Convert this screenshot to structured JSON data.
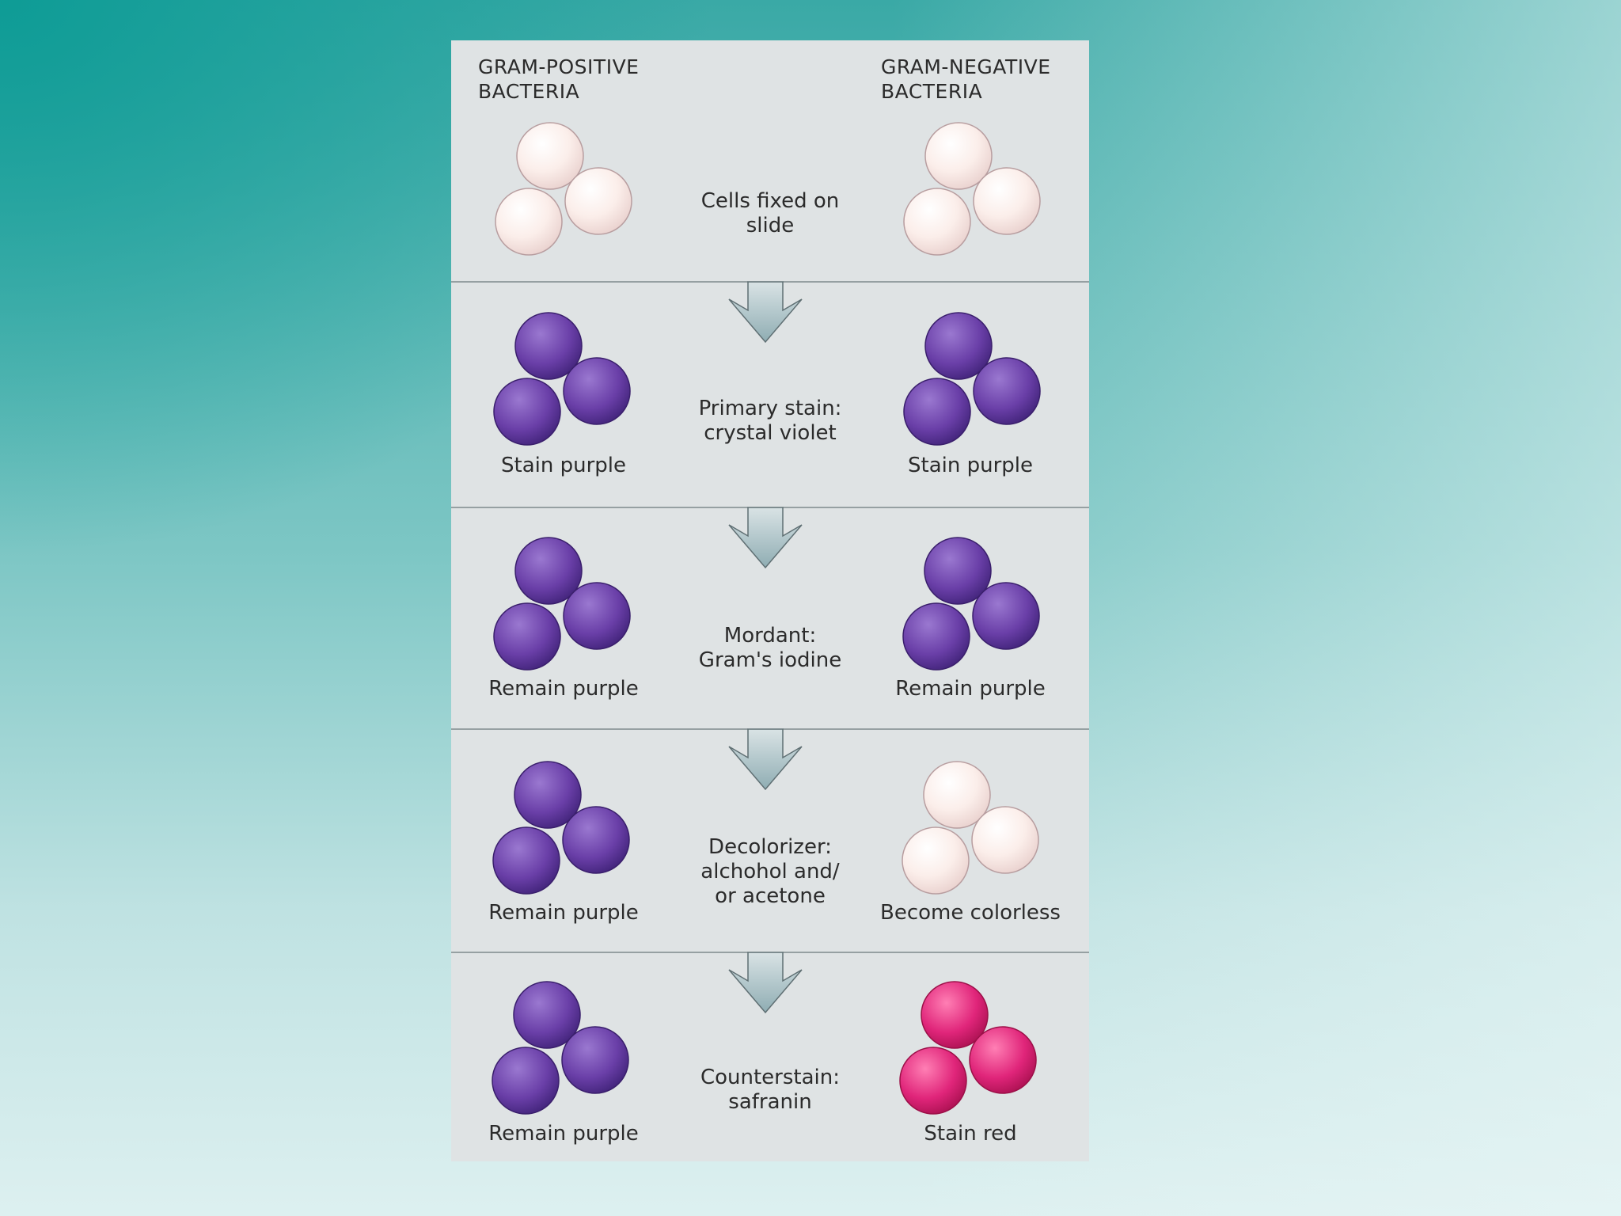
{
  "headers": {
    "left": "GRAM-POSITIVE\nBACTERIA",
    "right": "GRAM-NEGATIVE\nBACTERIA"
  },
  "colors": {
    "colorless": "#fbeeea",
    "purple": "#6a3fa8",
    "red": "#e0257a",
    "panel": "#dfe3e4",
    "arrow": "#9fb8bd"
  },
  "steps": [
    {
      "lines": [
        "Cells fixed on slide"
      ],
      "left_label": "",
      "right_label": "",
      "left_cell": "colorless",
      "right_cell": "colorless"
    },
    {
      "lines": [
        "Primary stain:",
        "crystal violet"
      ],
      "left_label": "Stain purple",
      "right_label": "Stain purple",
      "left_cell": "purple",
      "right_cell": "purple"
    },
    {
      "lines": [
        "Mordant:",
        "Gram's iodine"
      ],
      "left_label": "Remain purple",
      "right_label": "Remain purple",
      "left_cell": "purple",
      "right_cell": "purple"
    },
    {
      "lines": [
        "Decolorizer:",
        "alchohol and/",
        "or acetone"
      ],
      "left_label": "Remain purple",
      "right_label": "Become colorless",
      "left_cell": "purple",
      "right_cell": "colorless"
    },
    {
      "lines": [
        "Counterstain:",
        "safranin"
      ],
      "left_label": "Remain purple",
      "right_label": "Stain red",
      "left_cell": "purple",
      "right_cell": "red"
    }
  ]
}
